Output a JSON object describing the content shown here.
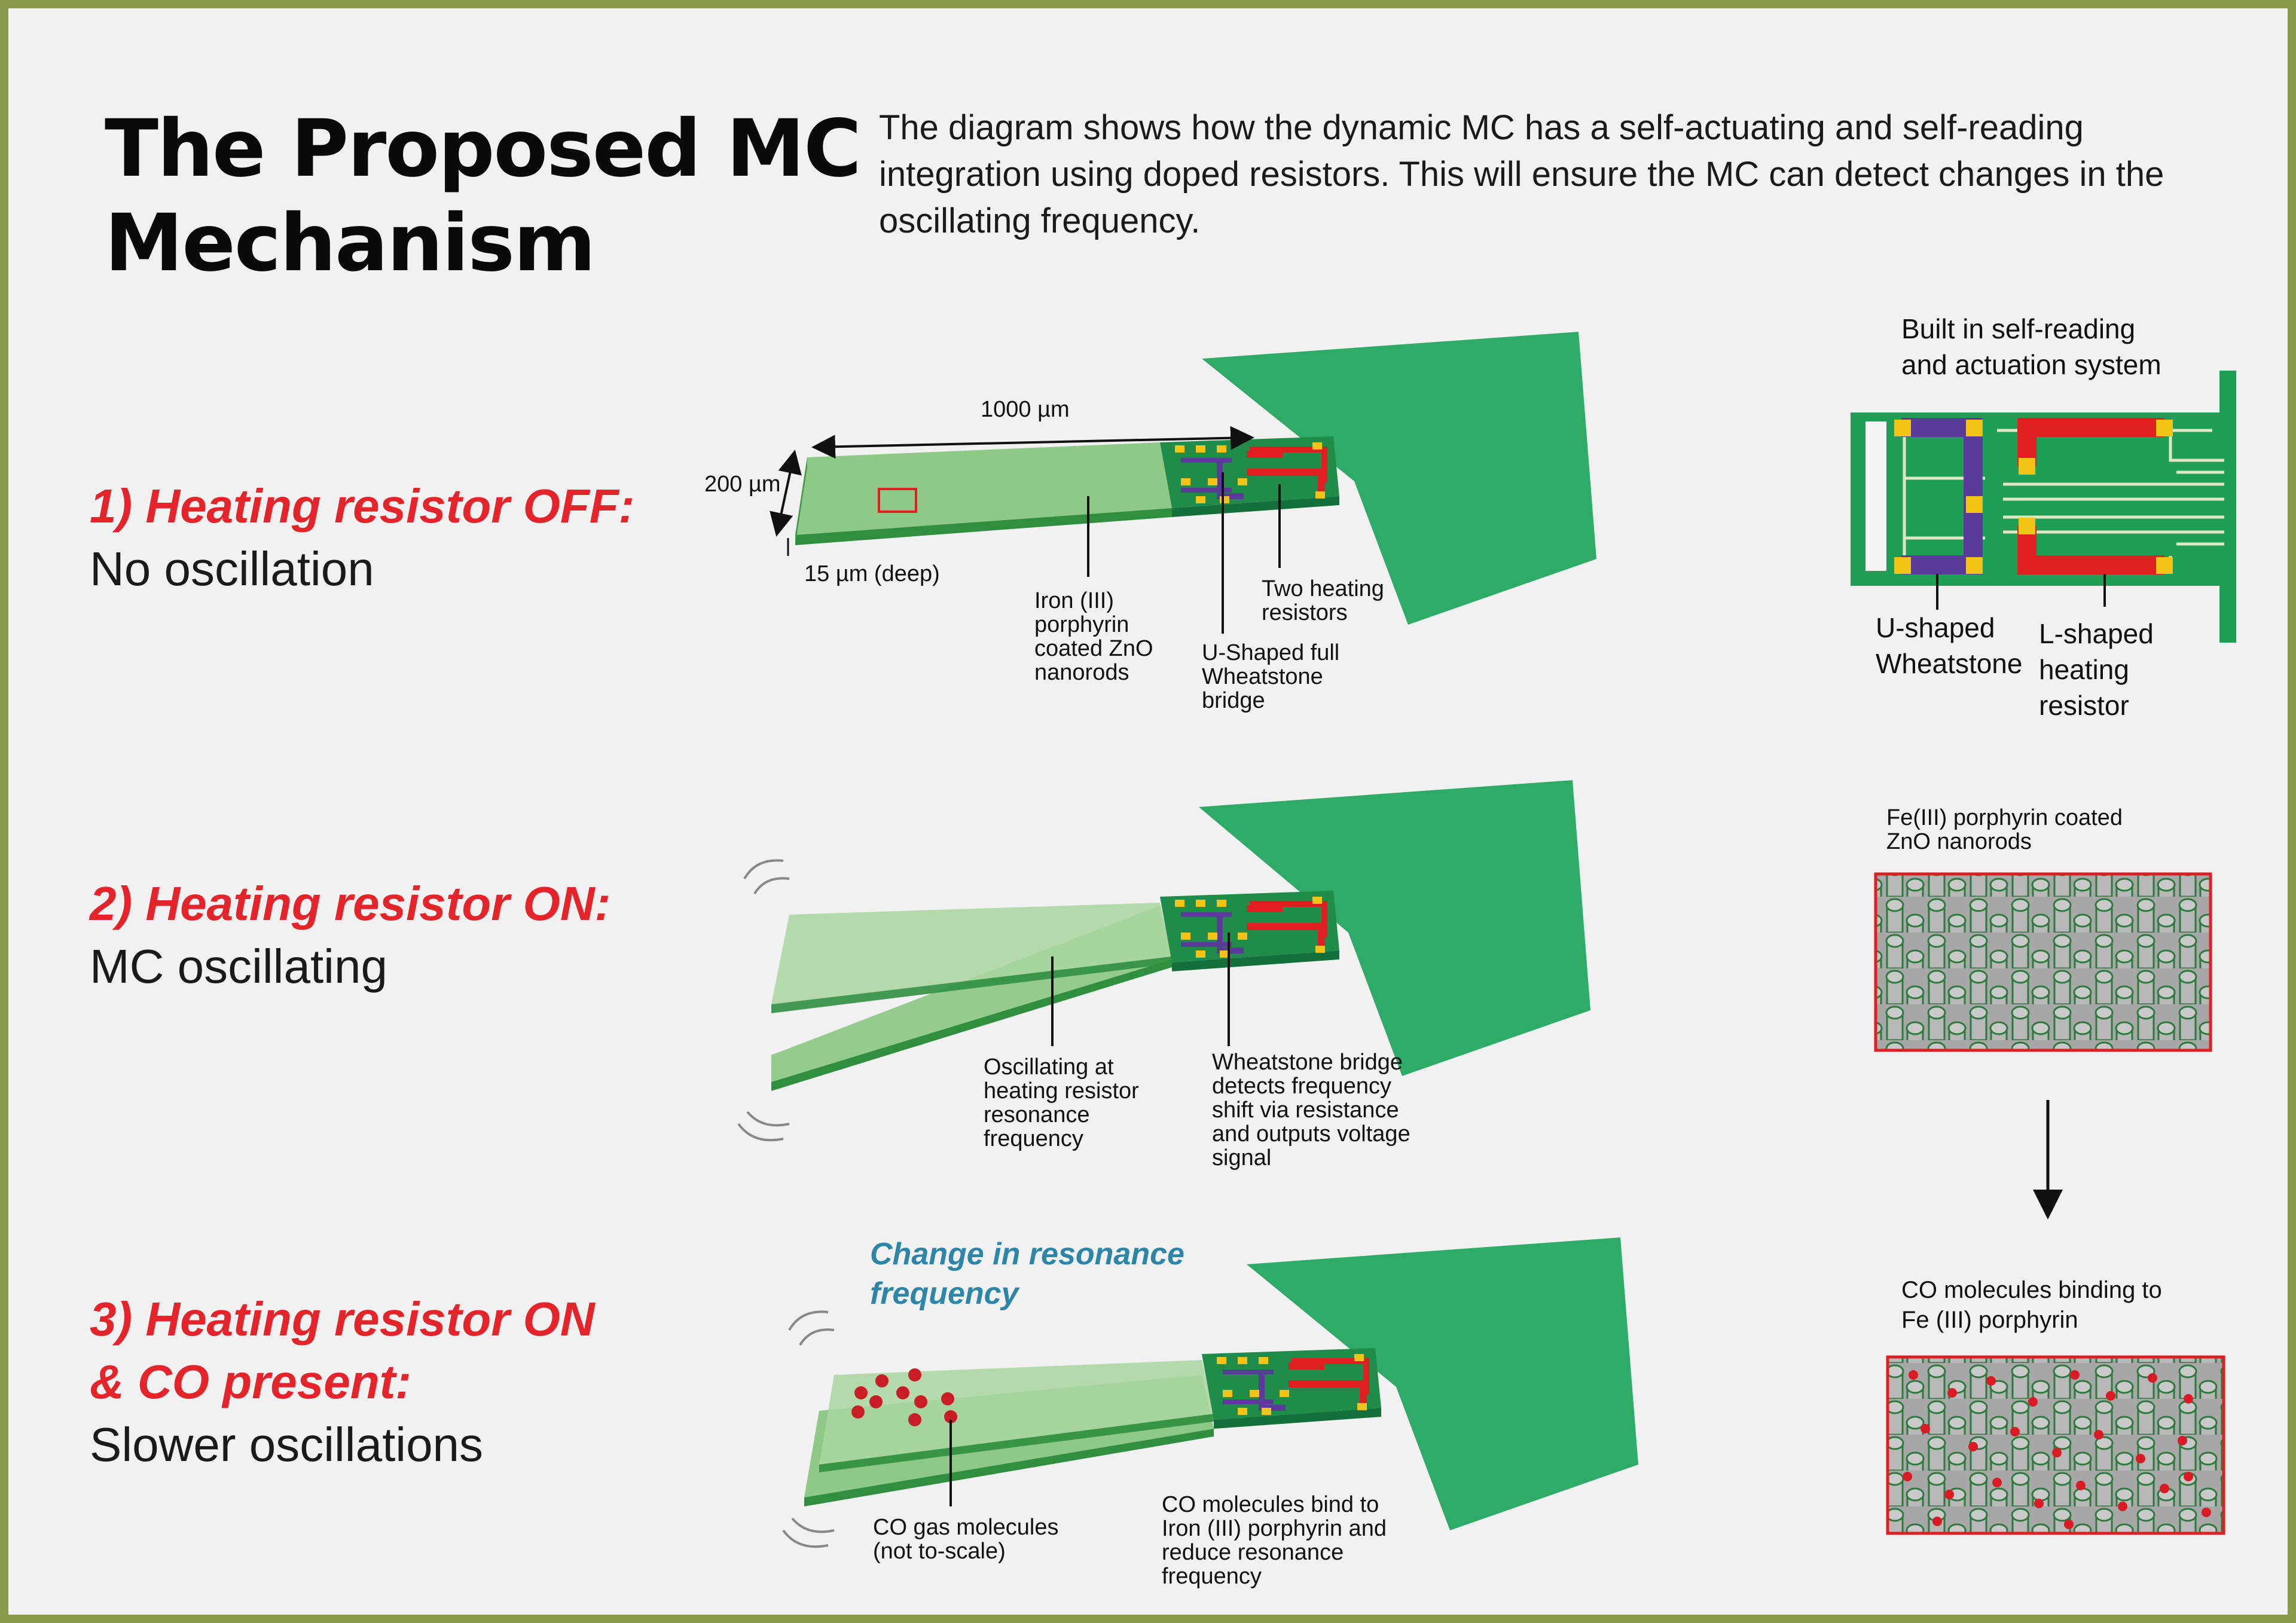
{
  "header": {
    "title_line1": "The Proposed MC",
    "title_line2": "Mechanism",
    "intro": "The diagram shows how the dynamic MC has a self-actuating and self-reading integration using doped resistors. This will ensure the MC can detect changes in the oscillating frequency."
  },
  "steps": [
    {
      "heading": "1) Heating resistor OFF:",
      "subtitle": "No oscillation"
    },
    {
      "heading": "2) Heating resistor ON:",
      "subtitle": "MC oscillating"
    },
    {
      "heading_line1": "3) Heating resistor ON",
      "heading_line2": "& CO present:",
      "subtitle": "Slower oscillations"
    }
  ],
  "step1": {
    "length": "1000 µm",
    "width": "200 µm",
    "depth": "15 µm (deep)",
    "coating": "Iron (III)\nporphyrin\ncoated ZnO\nnanorods",
    "bridge": "U-Shaped full\nWheatstone\nbridge",
    "heaters": "Two heating\nresistors"
  },
  "inset": {
    "title": "Built in self-reading\nand actuation system",
    "u_label": "U-shaped\nWheatstone",
    "l_label": "L-shaped\nheating\nresistor"
  },
  "step2": {
    "oscillating": "Oscillating at\nheating resistor\nresonance\nfrequency",
    "bridge": "Wheatstone bridge\ndetects frequency\nshift via resistance\nand outputs voltage\nsignal",
    "nanorod_title": "Fe(III) porphyrin coated\nZnO nanorods"
  },
  "step3": {
    "change": "Change in resonance\nfrequency",
    "gas": "CO gas molecules\n(not to-scale)",
    "bind": "CO molecules bind to\nIron (III) porphyrin and\nreduce resonance\nfrequency",
    "nanorod_title": "CO molecules binding to\nFe (III) porphyrin"
  },
  "colors": {
    "frame": "#8a9a4a",
    "substrate": "#2eab67",
    "beam": "#8fc987",
    "beam_edge": "#2f8f3f",
    "heater": "#e02020",
    "bridge": "#5a3a9a",
    "pad": "#f2c418",
    "heading_red": "#e3242b",
    "note_blue": "#2d86a8"
  }
}
